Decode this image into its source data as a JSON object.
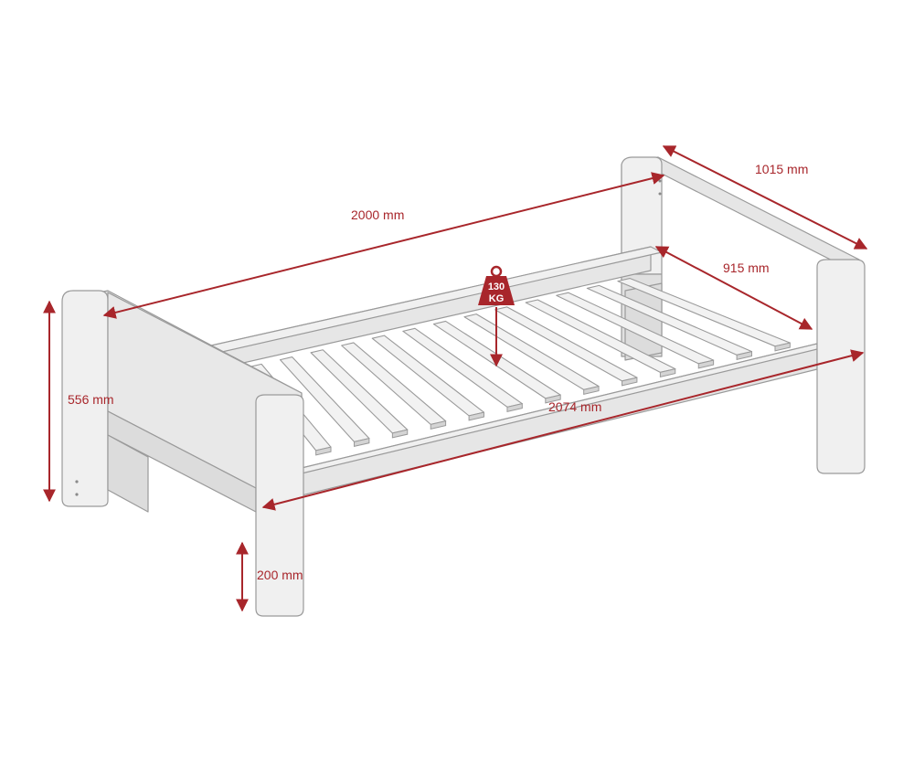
{
  "dimensions": {
    "frame_length": "2000 mm",
    "headboard_width": "1015 mm",
    "slat_width": "915 mm",
    "total_length": "2074 mm",
    "headboard_height": "556 mm",
    "leg_height": "200 mm"
  },
  "weight_badge": {
    "value": "130",
    "unit": "KG",
    "icon": "weight-icon"
  },
  "colors": {
    "accent": "#a8262b",
    "frame": "#e6e6e6",
    "outline": "#9a9a9a"
  }
}
